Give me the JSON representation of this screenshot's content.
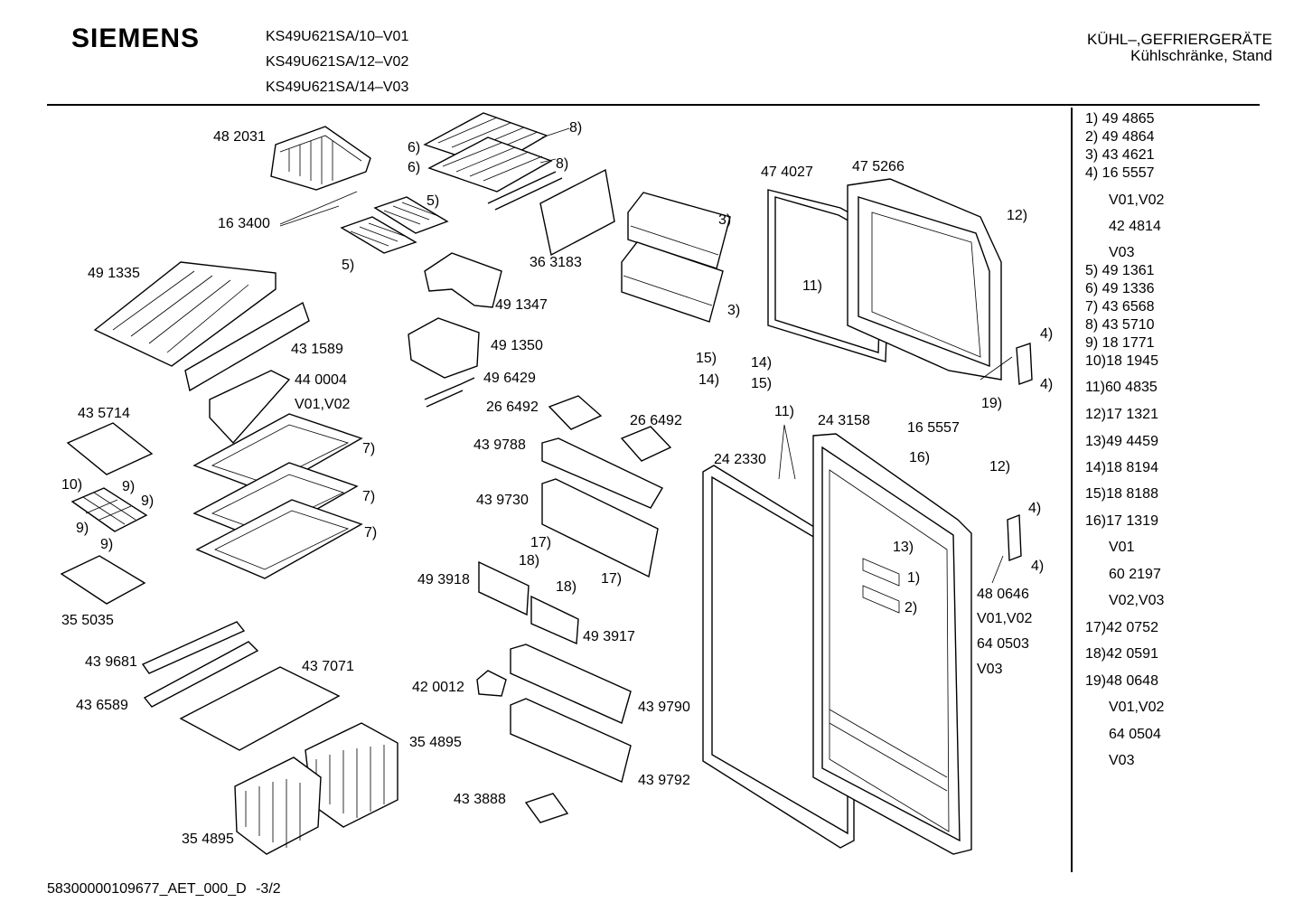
{
  "header": {
    "brand": "SIEMENS",
    "models": [
      "KS49U621SA/10–V01",
      "KS49U621SA/12–V02",
      "KS49U621SA/14–V03"
    ],
    "category": "KÜHL–,GEFRIERGERÄTE",
    "subcategory": "Kühlschränke, Stand"
  },
  "labels": {
    "l482031": "48 2031",
    "l163400": "16 3400",
    "l5a": "5)",
    "l5b": "5)",
    "l6a": "6)",
    "l6b": "6)",
    "l8a": "8)",
    "l8b": "8)",
    "l363183": "36 3183",
    "l3a": "3)",
    "l3b": "3)",
    "l474027": "47 4027",
    "l475266": "47 5266",
    "l12a": "12)",
    "l11a": "11)",
    "l491335": "49 1335",
    "l491347": "49 1347",
    "l431589": "43 1589",
    "l491350": "49 1350",
    "l440004": "44 0004",
    "lv0102a": "V01,V02",
    "l496429": "49 6429",
    "l15a": "15)",
    "l14a": "14)",
    "l14b": "14)",
    "l15b": "15)",
    "l4a": "4)",
    "l4b": "4)",
    "l19": "19)",
    "l435714": "43 5714",
    "l266492a": "26 6492",
    "l266492b": "26 6492",
    "l11b": "11)",
    "l243158": "24 3158",
    "l165557": "16 5557",
    "l439788": "43 9788",
    "l7a": "7)",
    "l16": "16)",
    "l242330": "24 2330",
    "l12b": "12)",
    "l10": "10)",
    "l9a": "9)",
    "l9b": "9)",
    "l9c": "9)",
    "l9d": "9)",
    "l7b": "7)",
    "l439730": "43 9730",
    "l4c": "4)",
    "l7c": "7)",
    "l17a": "17)",
    "l13": "13)",
    "l18a": "18)",
    "l4d": "4)",
    "l493918": "49 3918",
    "l17b": "17)",
    "l1": "1)",
    "l18b": "18)",
    "l355035": "35 5035",
    "l480646": "48 0646",
    "l2": "2)",
    "lv0102b": "V01,V02",
    "l493917": "49 3917",
    "l640503": "64 0503",
    "l439681": "43 9681",
    "l437071": "43 7071",
    "lv03": "V03",
    "l420012": "42 0012",
    "l436589": "43 6589",
    "l439790": "43 9790",
    "l354895a": "35 4895",
    "l439792": "43 9792",
    "l433888": "43 3888",
    "l354895b": "35 4895"
  },
  "parts_list": [
    "1)  49 4865",
    "2)  49 4864",
    "3)  43 4621",
    "4)  16 5557",
    "V01,V02",
    "42 4814",
    "V03",
    "5)  49 1361",
    "6)  49 1336",
    "7)  43 6568",
    "8)  43 5710",
    "9)  18 1771",
    "10)18 1945",
    "11)60 4835",
    "12)17 1321",
    "13)49 4459",
    "14)18 8194",
    "15)18 8188",
    "16)17 1319",
    "V01",
    "60 2197",
    "V02,V03",
    "17)42 0752",
    "18)42 0591",
    "19)48 0648",
    "V01,V02",
    "64 0504",
    "V03"
  ],
  "footer": {
    "doc_id": "58300000109677_AET_000_D",
    "page": "-3/2"
  }
}
